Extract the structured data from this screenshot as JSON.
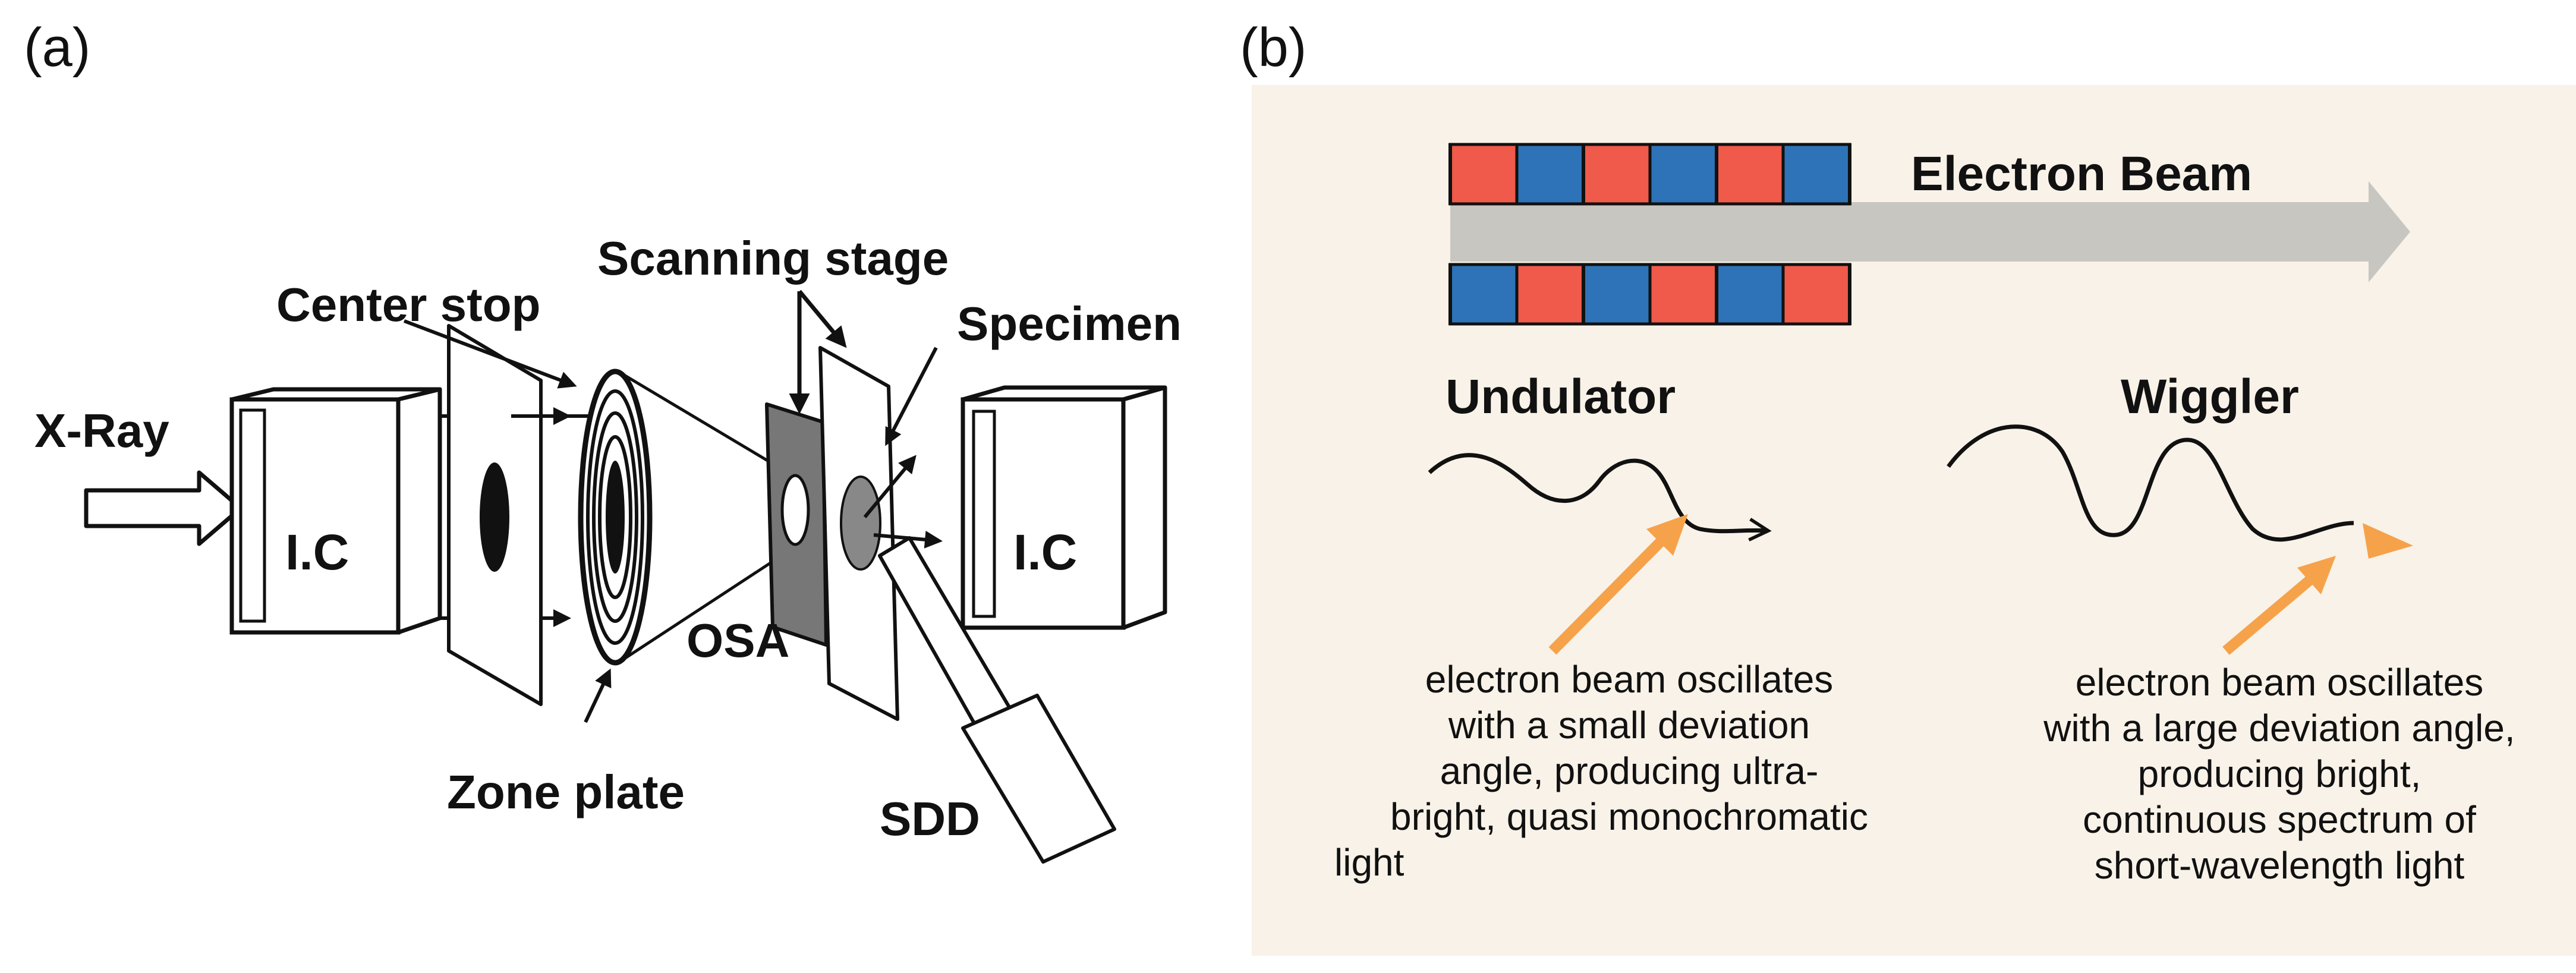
{
  "panel_a": {
    "panel_label": "(a)",
    "labels": {
      "xray": "X-Ray",
      "center_stop": "Center stop",
      "scanning_stage": "Scanning stage",
      "specimen": "Specimen",
      "ic_left": "I.C",
      "ic_right": "I.C",
      "osa": "OSA",
      "zone_plate": "Zone plate",
      "sdd": "SDD"
    }
  },
  "panel_b": {
    "panel_label": "(b)",
    "beam_label": "Electron Beam",
    "magnet_rows": {
      "top": [
        "red",
        "blue",
        "red",
        "blue",
        "red",
        "blue"
      ],
      "bottom": [
        "blue",
        "red",
        "blue",
        "red",
        "blue",
        "red"
      ]
    },
    "colors": {
      "red": "#ef5a4a",
      "blue": "#2e73b8",
      "beam": "#c8c6c0",
      "accent_arrow": "#f6a24a",
      "background": "#f8f2e8"
    },
    "undulator": {
      "title": "Undulator",
      "description": [
        "electron beam oscillates",
        "with a small deviation",
        "angle, producing ultra-",
        "bright, quasi monochromatic",
        "light"
      ]
    },
    "wiggler": {
      "title": "Wiggler",
      "description": [
        "electron beam oscillates",
        "with a large deviation angle,",
        "producing bright,",
        "continuous spectrum of",
        "short-wavelength light"
      ]
    }
  }
}
